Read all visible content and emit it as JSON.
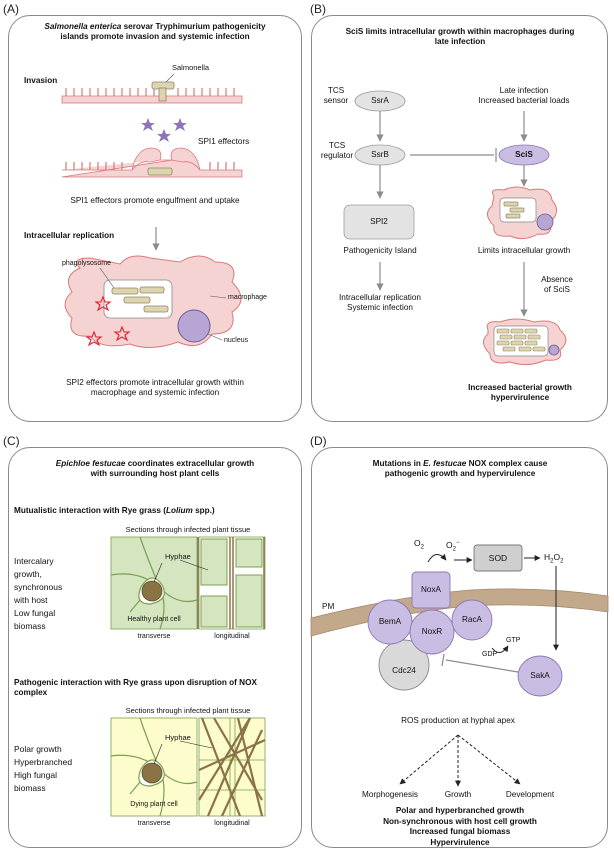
{
  "panels": {
    "a": {
      "letter": "(A)",
      "title_italic": "Salmonella enterica",
      "title_rest": " serovar Tryphimurium pathogenicity",
      "title_line2": "islands promote invasion and systemic infection",
      "invasion_heading": "Invasion",
      "salmonella_label": "Salmonella",
      "spi1_effectors_label": "SPI1 effectors",
      "spi1_caption": "SPI1 effectors promote engulfment and uptake",
      "intracellular_heading": "Intracellular replication",
      "phagolysosome_label": "phagolysosome",
      "macrophage_label": "macrophage",
      "nucleus_label": "nucleus",
      "spi2_caption_line1": "SPI2 effectors promote intracellular growth within",
      "spi2_caption_line2": "macrophage and systemic infection"
    },
    "b": {
      "letter": "(B)",
      "title_line1": "SciS limits intracellular growth within macrophages during",
      "title_line2": "late infection",
      "tcs_sensor_line1": "TCS",
      "tcs_sensor_line2": "sensor",
      "tcs_regulator_line1": "TCS",
      "tcs_regulator_line2": "regulator",
      "ssra": "SsrA",
      "ssrb": "SsrB",
      "spi2": "SPI2",
      "pathogenicity_island": "Pathogenicity Island",
      "intracellular_line1": "Intracellular replication",
      "intracellular_line2": "Systemic infection",
      "late_infection_line1": "Late infection",
      "late_infection_line2": "Increased bacterial loads",
      "scis": "SciS",
      "limits_growth": "Limits intracellular growth",
      "absence_line1": "Absence",
      "absence_line2": "of SciS",
      "outcome_line1": "Increased bacterial growth",
      "outcome_line2": "hypervirulence"
    },
    "c": {
      "letter": "(C)",
      "title_italic": "Epichloe festucae",
      "title_rest": " coordinates extracellular  growth",
      "title_line2": "with surrounding host plant cells",
      "mutualistic_heading_pre": "Mutualistic interaction with Rye grass (",
      "mutualistic_heading_italic": "Lolium",
      "mutualistic_heading_post": " spp.)",
      "sections_label_1": "Sections through infected plant tissue",
      "mutualistic_desc": [
        "Intercalary",
        "growth,",
        "synchronous",
        "with host",
        "Low fungal",
        "biomass"
      ],
      "hyphae_label_1": "Hyphae",
      "healthy_cell_label": "Healthy plant cell",
      "transverse_1": "transverse",
      "longitudinal_1": "longitudinal",
      "pathogenic_heading_line1": "Pathogenic interaction with Rye grass upon disruption of NOX",
      "pathogenic_heading_line2": "complex",
      "sections_label_2": "Sections through infected plant tissue",
      "pathogenic_desc": [
        "Polar growth",
        "Hyperbranched",
        "High fungal",
        "biomass"
      ],
      "hyphae_label_2": "Hyphae",
      "dying_cell_label": "Dying plant cell",
      "transverse_2": "transverse",
      "longitudinal_2": "longitudinal"
    },
    "d": {
      "letter": "(D)",
      "title_pre": "Mutations in ",
      "title_italic": "E. festucae",
      "title_post": " NOX complex cause",
      "title_line2": "pathogenic growth and hypervirulence",
      "o2": "O",
      "o2_sub": "2",
      "o2minus": "O",
      "o2minus_sub": "2",
      "o2minus_sup": "−",
      "sod": "SOD",
      "h2o2": "H",
      "h2o2_sub1": "2",
      "h2o2_mid": "O",
      "h2o2_sub2": "2",
      "pm": "PM",
      "noxa": "NoxA",
      "bema": "BemA",
      "noxr": "NoxR",
      "raca": "RacA",
      "cdc24": "Cdc24",
      "saka": "SakA",
      "gdp": "GDP",
      "gtp": "GTP",
      "ros": "ROS production at hyphal apex",
      "morphogenesis": "Morphogenesis",
      "growth": "Growth",
      "development": "Development",
      "outcome": [
        "Polar and hyperbranched growth",
        "Non-synchronous with host cell growth",
        "Increased fungal biomass",
        "Hypervirulence"
      ]
    }
  },
  "colors": {
    "membrane_fill": "#f6d3d3",
    "membrane_stroke": "#d9797a",
    "bacterium_fill": "#ddd4b0",
    "bacterium_stroke": "#8f8661",
    "effector_star": "#8e74b8",
    "red_star": "#e0202a",
    "nucleus_fill": "#b7a6d3",
    "nucleus_stroke": "#6d5a92",
    "grey_node": "#e3e3e3",
    "plant_green": "#d5e5c0",
    "plant_line": "#7ba050",
    "dying_yellow": "#fdfccc",
    "hypha_brown": "#8a7446",
    "nox_purple": "#c9bde3",
    "nox_stroke": "#8d79b5"
  }
}
